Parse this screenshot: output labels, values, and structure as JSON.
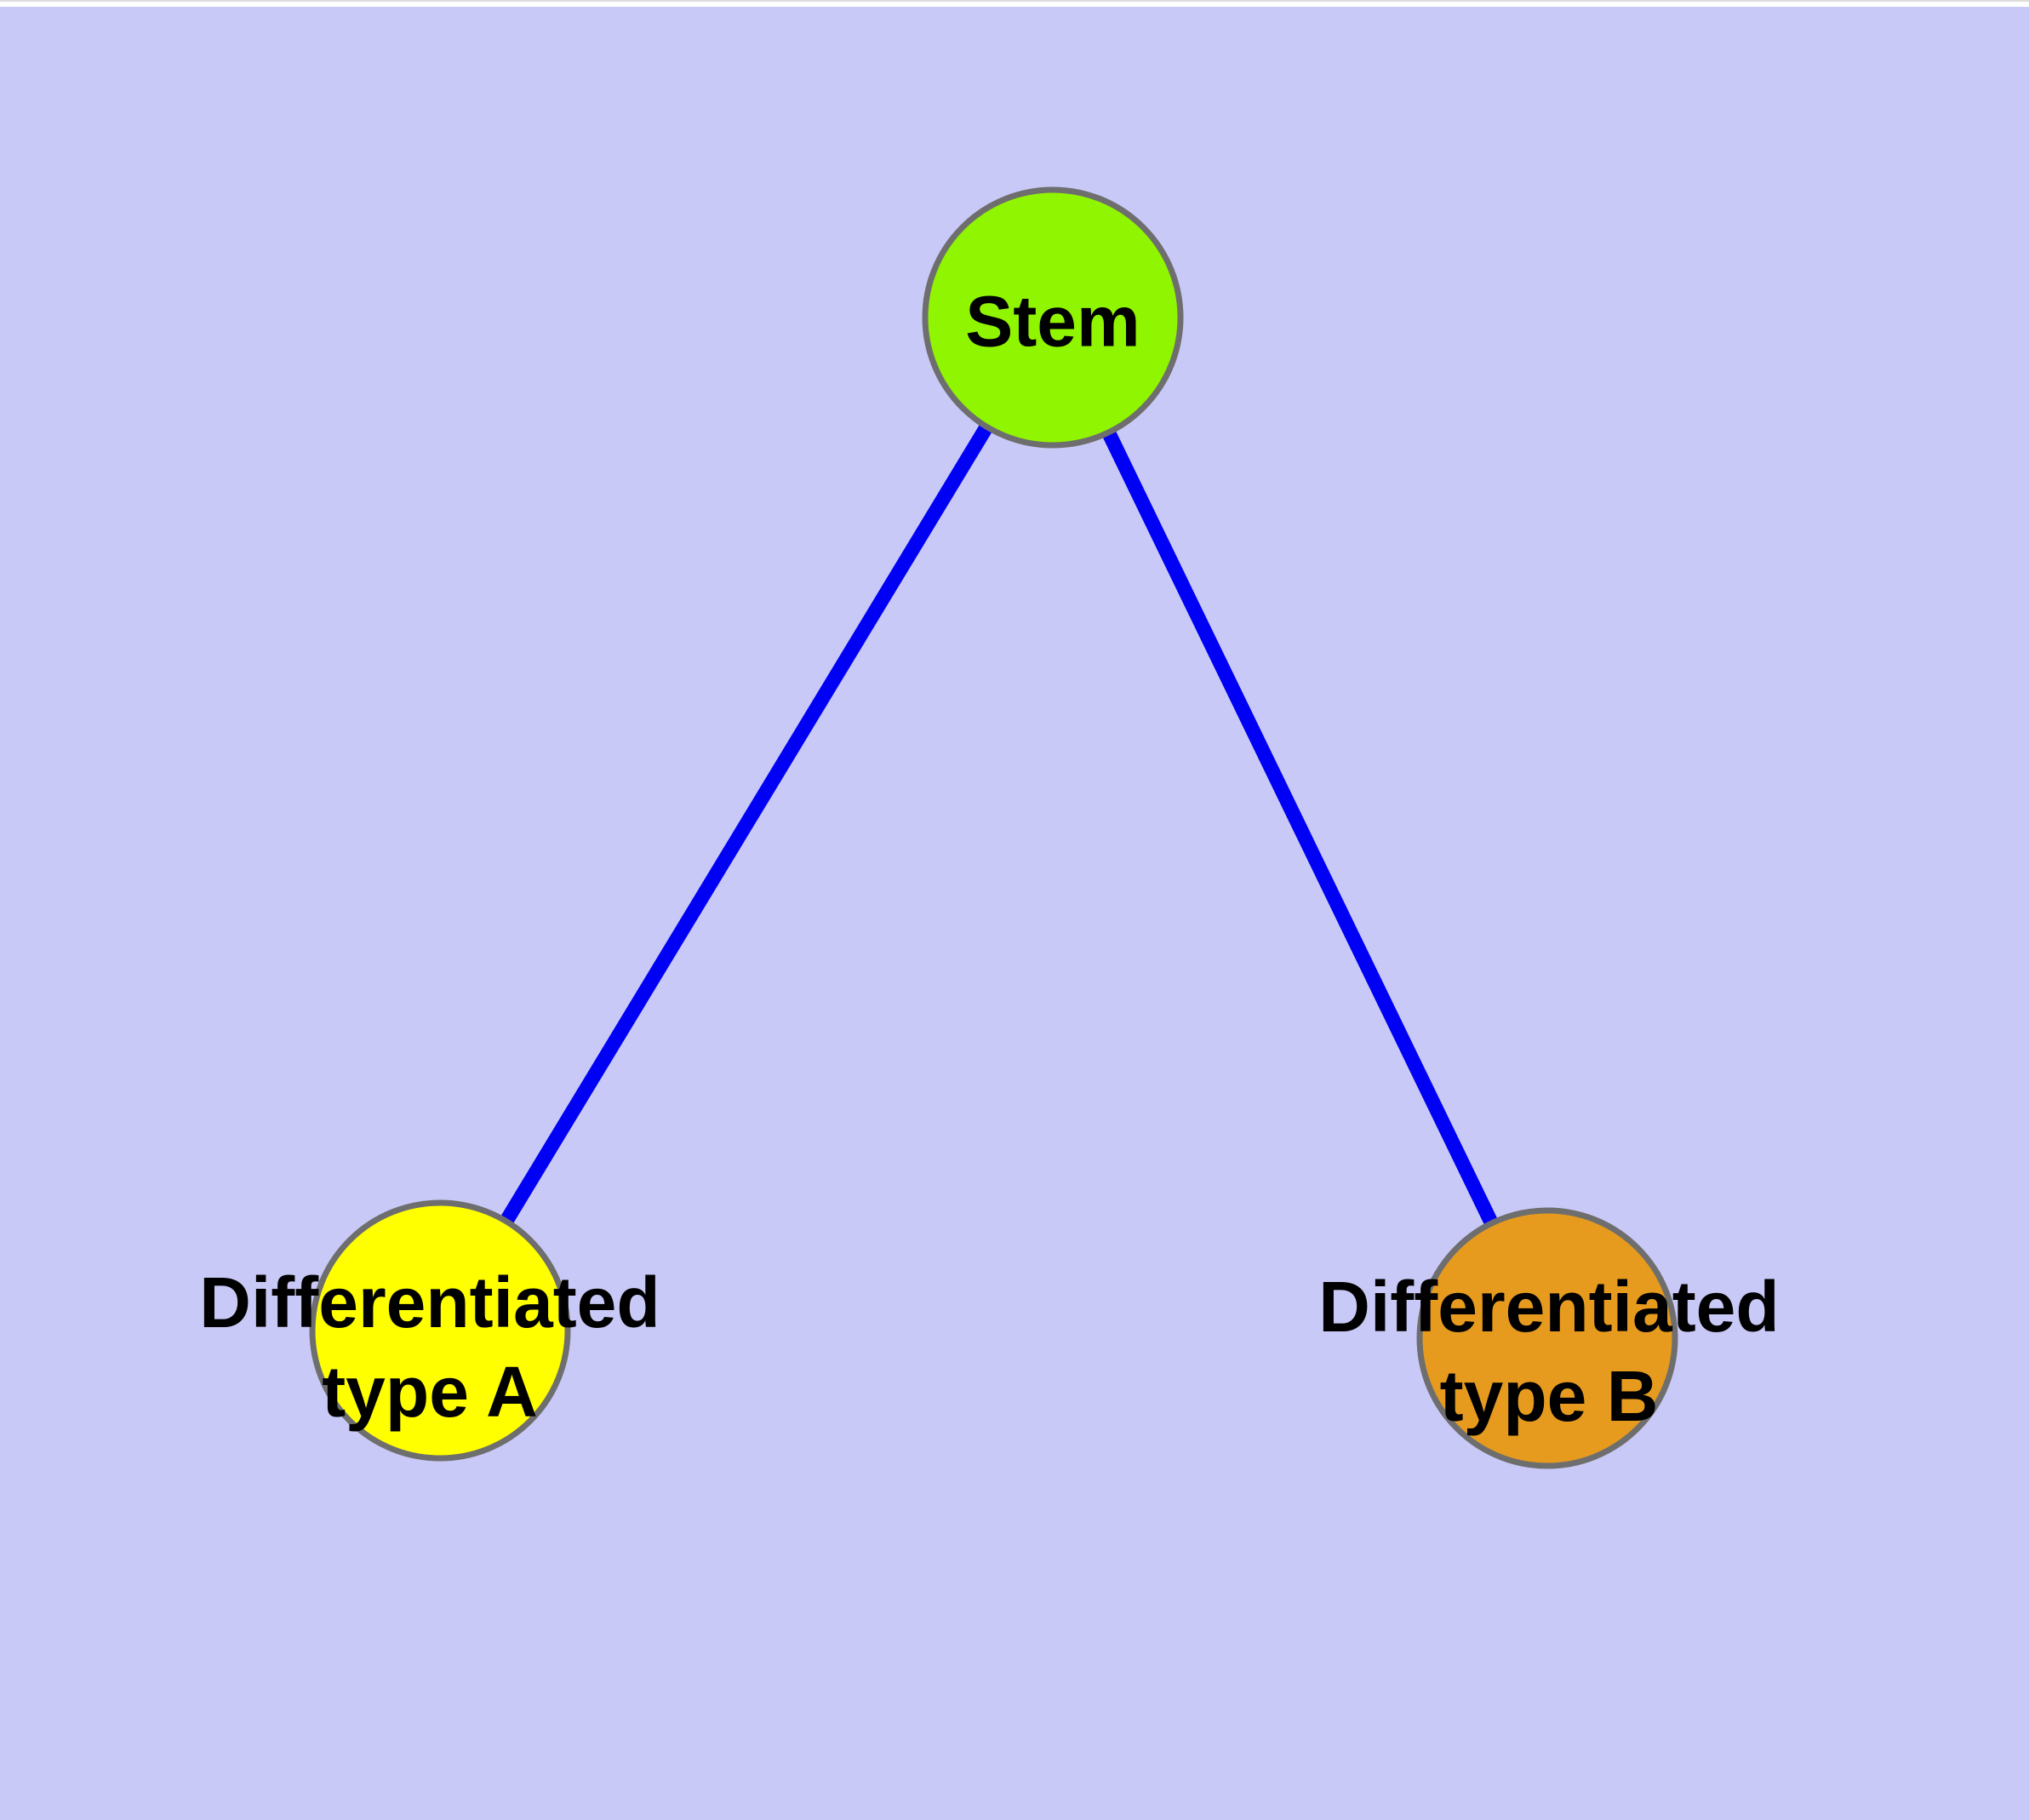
{
  "diagram": {
    "type": "graph",
    "description": "Cell differentiation hierarchy: one stem node linked to two differentiated cell-type nodes",
    "background_color": "#C9C9F7",
    "edge_color": "#0000F5",
    "node_border_color": "#6E6E6E",
    "label_color": "#000000",
    "nodes": [
      {
        "id": "stem",
        "label": "Stem",
        "color": "#90F500"
      },
      {
        "id": "type-a",
        "label": "Differentiated\ntype A",
        "color": "#FFFF00"
      },
      {
        "id": "type-b",
        "label": "Differentiated\ntype B",
        "color": "#E79B1E"
      }
    ],
    "edges": [
      {
        "from": "stem",
        "to": "type-a"
      },
      {
        "from": "stem",
        "to": "type-b"
      }
    ]
  }
}
